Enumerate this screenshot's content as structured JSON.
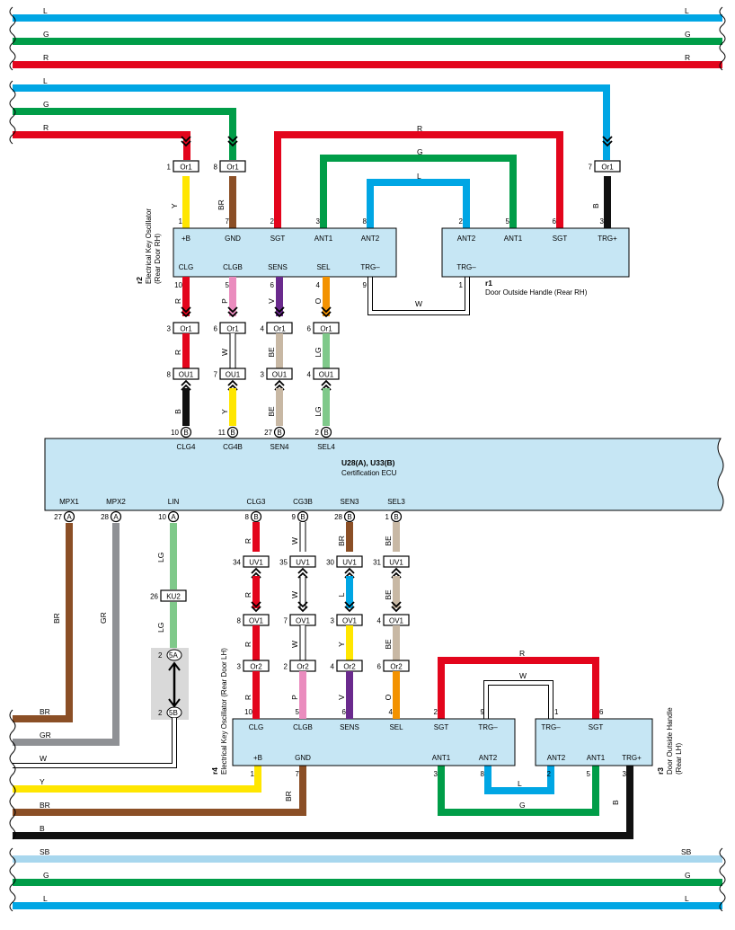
{
  "colors": {
    "L": "#00a6e4",
    "G": "#009d48",
    "R": "#e3051c",
    "SB": "#a8d7ee",
    "Y": "#ffe600",
    "BR": "#8b4f26",
    "B": "#111111",
    "W": "#ffffff",
    "P": "#ea8cbe",
    "V": "#6a2a8d",
    "O": "#f39200",
    "BE": "#c8b8a4",
    "LG": "#7fc98a",
    "GR": "#8f9195",
    "comp": "#c6e6f4",
    "shade": "#d9d9d9"
  },
  "bus_top": [
    {
      "label": "L",
      "color": "L"
    },
    {
      "label": "G",
      "color": "G"
    },
    {
      "label": "R",
      "color": "R"
    }
  ],
  "bus_bottom": [
    {
      "label": "SB",
      "color": "SB"
    },
    {
      "label": "G",
      "color": "G"
    },
    {
      "label": "L",
      "color": "L"
    }
  ],
  "ecu": {
    "code": "U28(A), U33(B)",
    "name": "Certification ECU",
    "top_pins": [
      {
        "num": "10",
        "conn": "B",
        "name": "CLG4"
      },
      {
        "num": "11",
        "conn": "B",
        "name": "CG4B"
      },
      {
        "num": "27",
        "conn": "B",
        "name": "SEN4"
      },
      {
        "num": "2",
        "conn": "B",
        "name": "SEL4"
      }
    ],
    "bottom_pins": [
      {
        "num": "27",
        "conn": "A",
        "name": "MPX1"
      },
      {
        "num": "28",
        "conn": "A",
        "name": "MPX2"
      },
      {
        "num": "10",
        "conn": "A",
        "name": "LIN"
      },
      {
        "num": "8",
        "conn": "B",
        "name": "CLG3"
      },
      {
        "num": "9",
        "conn": "B",
        "name": "CG3B"
      },
      {
        "num": "28",
        "conn": "B",
        "name": "SEN3"
      },
      {
        "num": "1",
        "conn": "B",
        "name": "SEL3"
      }
    ]
  },
  "r2": {
    "code": "r2",
    "name": "Electrical Key Oscillator",
    "loc": "(Rear Door RH)",
    "top_pins": [
      {
        "num": "1",
        "name": "+B"
      },
      {
        "num": "7",
        "name": "GND"
      },
      {
        "num": "2",
        "name": "SGT"
      },
      {
        "num": "3",
        "name": "ANT1"
      },
      {
        "num": "8",
        "name": "ANT2"
      }
    ],
    "bottom_pins": [
      {
        "num": "10",
        "name": "CLG"
      },
      {
        "num": "5",
        "name": "CLGB"
      },
      {
        "num": "6",
        "name": "SENS"
      },
      {
        "num": "4",
        "name": "SEL"
      },
      {
        "num": "9",
        "name": "TRG–"
      }
    ]
  },
  "r1": {
    "code": "r1",
    "name": "Door Outside Handle (Rear RH)",
    "top_pins": [
      {
        "num": "2",
        "name": "ANT2"
      },
      {
        "num": "5",
        "name": "ANT1"
      },
      {
        "num": "6",
        "name": "SGT"
      },
      {
        "num": "3",
        "name": "TRG+"
      }
    ],
    "bottom_pins": [
      {
        "num": "1",
        "name": "TRG–"
      }
    ]
  },
  "r4": {
    "code": "r4",
    "name": "Electrical Key Oscillator (Rear Door LH)",
    "top_pins": [
      {
        "num": "10",
        "name": "CLG"
      },
      {
        "num": "5",
        "name": "CLGB"
      },
      {
        "num": "6",
        "name": "SENS"
      },
      {
        "num": "4",
        "name": "SEL"
      },
      {
        "num": "2",
        "name": "SGT"
      },
      {
        "num": "9",
        "name": "TRG–"
      }
    ],
    "bottom_pins": [
      {
        "num": "1",
        "name": "+B"
      },
      {
        "num": "7",
        "name": "GND"
      },
      {
        "num": "3",
        "name": "ANT1"
      },
      {
        "num": "8",
        "name": "ANT2"
      }
    ]
  },
  "r3": {
    "code": "r3",
    "name": "Door Outside Handle",
    "loc": "(Rear LH)",
    "top_pins": [
      {
        "num": "1",
        "name": "TRG–"
      },
      {
        "num": "6",
        "name": "SGT"
      }
    ],
    "bottom_pins": [
      {
        "num": "2",
        "name": "ANT2"
      },
      {
        "num": "5",
        "name": "ANT1"
      },
      {
        "num": "3",
        "name": "TRG+"
      }
    ]
  },
  "top_connectors": [
    {
      "pin": "1",
      "code": "Or1"
    },
    {
      "pin": "8",
      "code": "Or1"
    },
    {
      "pin": "7",
      "code": "Or1"
    }
  ],
  "top_wire_labels": [
    "Y",
    "BR",
    "B",
    "L",
    "G",
    "R",
    "W"
  ],
  "col_top": [
    {
      "c1": {
        "pin": "3",
        "code": "Or1"
      },
      "wire_a": "R",
      "c2": {
        "pin": "8",
        "code": "OU1"
      },
      "wire_b": "B"
    },
    {
      "c1": {
        "pin": "6",
        "code": "Or1"
      },
      "wire_a": "W",
      "c2": {
        "pin": "7",
        "code": "OU1"
      },
      "wire_b": "Y"
    },
    {
      "c1": {
        "pin": "4",
        "code": "Or1"
      },
      "wire_a": "BE",
      "c2": {
        "pin": "3",
        "code": "OU1"
      },
      "wire_b": "BE"
    },
    {
      "c1": {
        "pin": "6",
        "code": "Or1"
      },
      "wire_a": "LG",
      "c2": {
        "pin": "4",
        "code": "OU1"
      },
      "wire_b": "LG"
    }
  ],
  "r2_bottom_wire_labels": [
    "R",
    "P",
    "V",
    "O"
  ],
  "col_bot": [
    {
      "w1": "R",
      "c1": {
        "pin": "34",
        "code": "UV1"
      },
      "w2": "R",
      "c2": {
        "pin": "8",
        "code": "OV1"
      },
      "w3": "R",
      "c3": {
        "pin": "3",
        "code": "Or2"
      },
      "w4": "R"
    },
    {
      "w1": "W",
      "c1": {
        "pin": "35",
        "code": "UV1"
      },
      "w2": "W",
      "c2": {
        "pin": "7",
        "code": "OV1"
      },
      "w3": "W",
      "c3": {
        "pin": "2",
        "code": "Or2"
      },
      "w4": "P"
    },
    {
      "w1": "BR",
      "c1": {
        "pin": "30",
        "code": "UV1"
      },
      "w2": "L",
      "c2": {
        "pin": "3",
        "code": "OV1"
      },
      "w3": "Y",
      "c3": {
        "pin": "4",
        "code": "Or2"
      },
      "w4": "V"
    },
    {
      "w1": "BE",
      "c1": {
        "pin": "31",
        "code": "UV1"
      },
      "w2": "BE",
      "c2": {
        "pin": "4",
        "code": "OV1"
      },
      "w3": "BE",
      "c3": {
        "pin": "6",
        "code": "Or2"
      },
      "w4": "O"
    }
  ],
  "lin_path": {
    "wire_a": "LG",
    "conn": {
      "pin": "26",
      "code": "KU2"
    },
    "wire_b": "LG",
    "junction_top": {
      "pin": "2",
      "code": "5A"
    },
    "junction_bot": {
      "pin": "2",
      "code": "5B"
    }
  },
  "left_wire_labels": [
    "BR",
    "GR"
  ],
  "left_bus": [
    "BR",
    "GR",
    "W",
    "Y",
    "BR",
    "B"
  ],
  "bottom_wire_labels": {
    "w_loop": "W",
    "r_loop": "R",
    "l_loop": "L",
    "g_loop": "G",
    "br_gnd": "BR",
    "b_trg": "B"
  }
}
